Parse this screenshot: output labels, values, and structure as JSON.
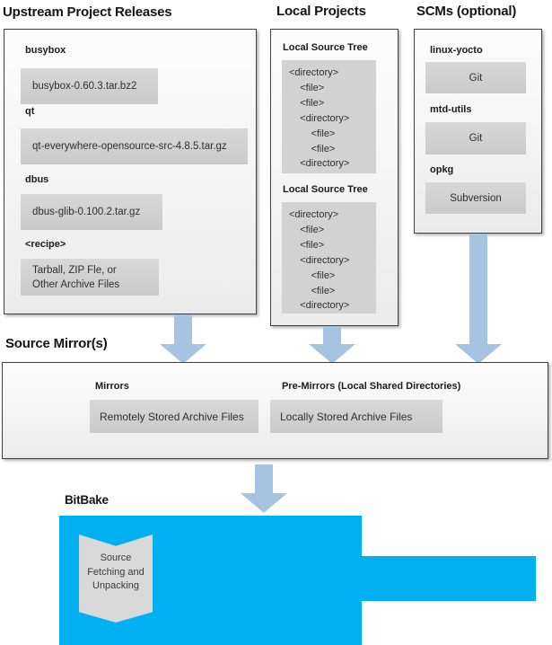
{
  "upstream": {
    "title": "Upstream Project Releases",
    "items": [
      {
        "label": "busybox",
        "value": "busybox-0.60.3.tar.bz2"
      },
      {
        "label": "qt",
        "value": "qt-everywhere-opensource-src-4.8.5.tar.gz"
      },
      {
        "label": "dbus",
        "value": "dbus-glib-0.100.2.tar.gz"
      },
      {
        "label": "<recipe>",
        "value": "Tarball, ZIP Fle, or\nOther Archive Files"
      }
    ]
  },
  "local": {
    "title": "Local Projects",
    "tree_label": "Local Source Tree",
    "tree": "<directory>\n    <file>\n    <file>\n    <directory>\n        <file>\n        <file>\n    <directory>"
  },
  "scms": {
    "title": "SCMs (optional)",
    "items": [
      {
        "label": "linux-yocto",
        "value": "Git"
      },
      {
        "label": "mtd-utils",
        "value": "Git"
      },
      {
        "label": "opkg",
        "value": "Subversion"
      }
    ]
  },
  "mirrors": {
    "title": "Source Mirror(s)",
    "groups": [
      {
        "label": "Mirrors",
        "value": "Remotely Stored Archive Files"
      },
      {
        "label": "Pre-Mirrors (Local Shared Directories)",
        "value": "Locally Stored Archive Files"
      }
    ]
  },
  "bitbake": {
    "title": "BitBake",
    "banner": "Source\nFetching and\nUnpacking"
  },
  "colors": {
    "accent_cyan": "#00b0f0",
    "arrow_blue": "#a6c4e2",
    "inner_box_gray": "#d2d2d2"
  }
}
